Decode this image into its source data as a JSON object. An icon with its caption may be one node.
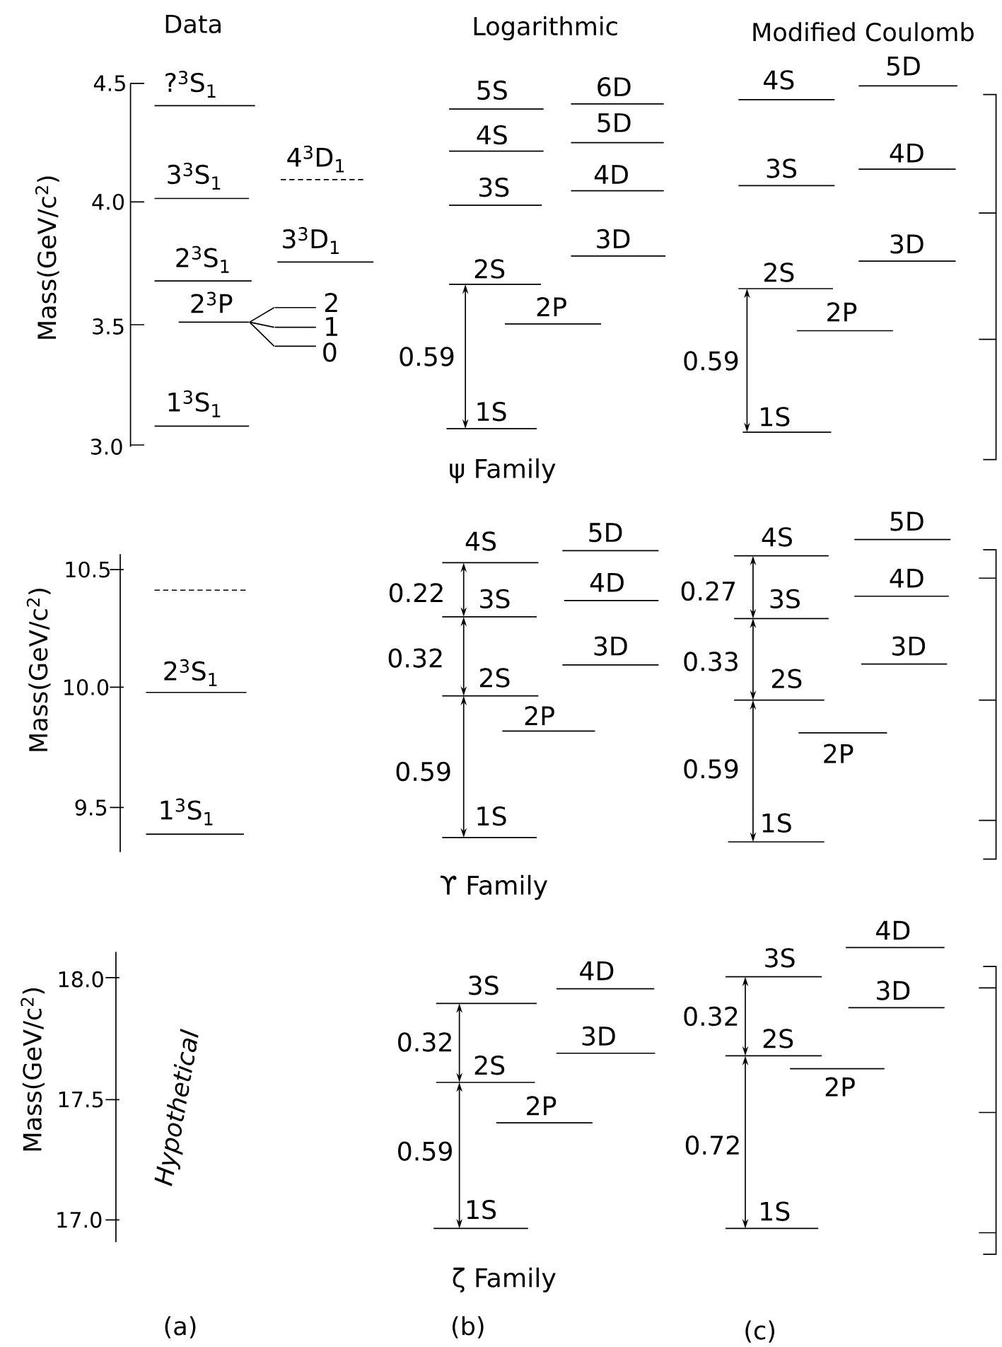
{
  "diagram": {
    "nodes": [
      {
        "text": [
          "?$^{3}$S$_{1}$"
        ]
      },
      {
        "text": [
          "3$^{3}$S$_{1}$"
        ]
      },
      {
        "text": [
          "4$^{3}$D$_{1}$"
        ]
      },
      {
        "text": [
          "3$^{3}$D$_{1}$"
        ]
      },
      {
        "text": [
          "2$^{3}$S$_{1}$"
        ]
      },
      {
        "text": [
          "2$^{3}$P"
        ]
      },
      {
        "text": [
          "2"
        ]
      },
      {
        "text": [
          "1"
        ]
      },
      {
        "text": [
          "0"
        ]
      },
      {
        "text": [
          "1$^{3}$S$_{1}$"
        ]
      },
      {
        "text": [
          "5S"
        ]
      },
      {
        "text": [
          "6D"
        ]
      },
      {
        "text": [
          "4S"
        ]
      },
      {
        "text": [
          "5D"
        ]
      },
      {
        "text": [
          "3S"
        ]
      },
      {
        "text": [
          "4D"
        ]
      },
      {
        "text": [
          "3D"
        ]
      },
      {
        "text": [
          "2S"
        ]
      },
      {
        "text": [
          "2P"
        ]
      },
      {
        "text": [
          "1S"
        ]
      },
      {
        "text": [
          "4S"
        ]
      },
      {
        "text": [
          "5D"
        ]
      },
      {
        "text": [
          "3S"
        ]
      },
      {
        "text": [
          "4D"
        ]
      },
      {
        "text": [
          "3D"
        ]
      },
      {
        "text": [
          "2S"
        ]
      },
      {
        "text": [
          "2P"
        ]
      },
      {
        "text": [
          "1S"
        ]
      },
      {
        "text": [],
        "shape": "line"
      },
      {
        "text": [
          "2$^{3}$S$_{1}$"
        ]
      },
      {
        "text": [
          "1$^{3}$S$_{1}$"
        ]
      },
      {
        "text": [
          "4S"
        ]
      },
      {
        "text": [
          "5D"
        ]
      },
      {
        "text": [
          "4D"
        ]
      },
      {
        "text": [
          "3S"
        ]
      },
      {
        "text": [
          "3D"
        ]
      },
      {
        "text": [
          "2S"
        ]
      },
      {
        "text": [
          "2P"
        ]
      },
      {
        "text": [
          "1S"
        ]
      },
      {
        "text": [
          "4S"
        ]
      },
      {
        "text": [
          "5D"
        ]
      },
      {
        "text": [
          "4D"
        ]
      },
      {
        "text": [
          "3S"
        ]
      },
      {
        "text": [
          "3D"
        ]
      },
      {
        "text": [
          "2S"
        ]
      },
      {
        "text": [
          "2P"
        ]
      },
      {
        "text": [
          "1S"
        ]
      },
      {
        "text": [
          "3S"
        ]
      },
      {
        "text": [
          "4D"
        ]
      },
      {
        "text": [
          "3D"
        ]
      },
      {
        "text": [
          "2S"
        ]
      },
      {
        "text": [
          "2P"
        ]
      },
      {
        "text": [
          "1S"
        ]
      },
      {
        "text": [
          "4D"
        ]
      },
      {
        "text": [
          "3S"
        ]
      },
      {
        "text": [
          "3D"
        ]
      },
      {
        "text": [
          "2S"
        ]
      },
      {
        "text": [
          "2P"
        ]
      },
      {
        "text": [
          "1S"
        ]
      }
    ],
    "edges": [
      {
        "from": 5,
        "to": 6,
        "arrow": "none"
      },
      {
        "from": 5,
        "to": 7,
        "arrow": "none"
      },
      {
        "from": 5,
        "to": 8,
        "arrow": "none"
      },
      {
        "from": 19,
        "to": 17,
        "arrow": "both",
        "label": "0.59"
      },
      {
        "from": 27,
        "to": 25,
        "arrow": "both",
        "label": "0.59"
      },
      {
        "from": 34,
        "to": 31,
        "arrow": "both",
        "label": "0.22"
      },
      {
        "from": 36,
        "to": 34,
        "arrow": "both",
        "label": "0.32"
      },
      {
        "from": 38,
        "to": 36,
        "arrow": "both",
        "label": "0.59"
      },
      {
        "from": 42,
        "to": 39,
        "arrow": "both",
        "label": "0.27"
      },
      {
        "from": 44,
        "to": 42,
        "arrow": "both",
        "label": "0.33"
      },
      {
        "from": 46,
        "to": 44,
        "arrow": "both",
        "label": "0.59"
      },
      {
        "from": 50,
        "to": 47,
        "arrow": "both",
        "label": "0.32"
      },
      {
        "from": 52,
        "to": 50,
        "arrow": "both",
        "label": "0.59"
      },
      {
        "from": 56,
        "to": 54,
        "arrow": "both",
        "label": "0.32"
      },
      {
        "from": 58,
        "to": 56,
        "arrow": "both",
        "label": "0.72"
      }
    ],
    "labels": [
      "Data",
      "Logarithmic",
      "Modified Coulomb",
      "Mass(GeV/c$^{2}$)",
      "4.5",
      "4.0",
      "3.5",
      "3.0",
      "ψ Family",
      "Mass(GeV/c$^{2}$)",
      "10.5",
      "10.0",
      "9.5",
      "ϒ Family",
      "Mass(GeV/c$^{2}$)",
      "18.0",
      "17.5",
      "17.0",
      "Hypothetical",
      "ζ Family",
      "(a)",
      "(b)",
      "(c)"
    ]
  }
}
